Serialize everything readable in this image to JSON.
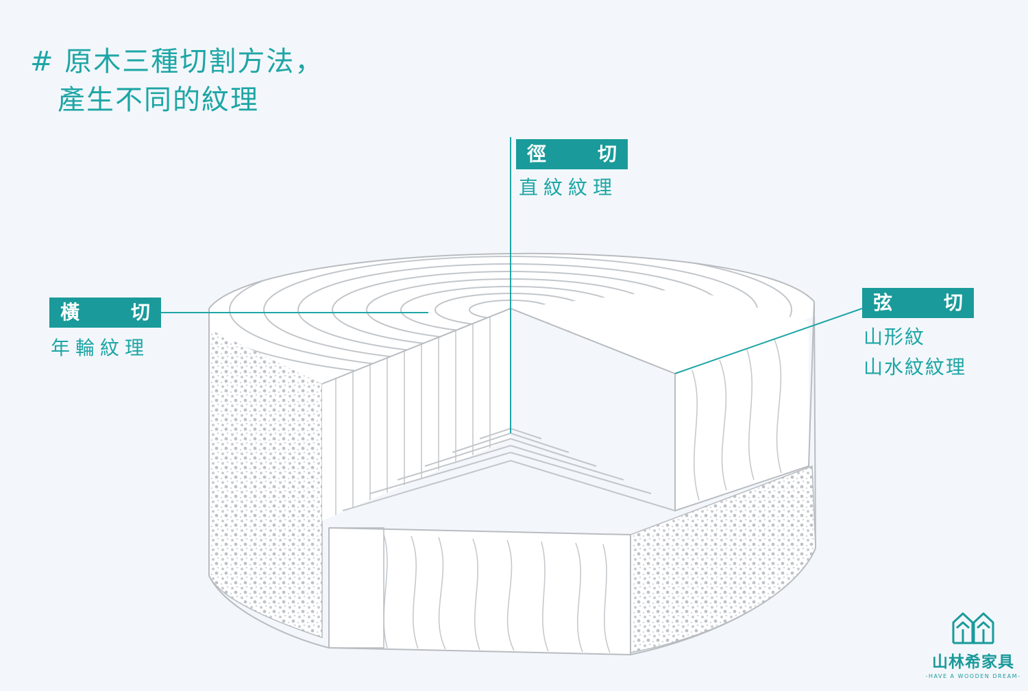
{
  "title": {
    "line1": "# 原木三種切割方法，",
    "line2": "產生不同的紋理"
  },
  "labels": [
    {
      "id": "cross",
      "name_chars": [
        "橫",
        "切"
      ],
      "desc_lines": [
        "年輪紋理"
      ]
    },
    {
      "id": "radial",
      "name_chars": [
        "徑",
        "切"
      ],
      "desc_lines": [
        "直紋紋理"
      ]
    },
    {
      "id": "tangential",
      "name_chars": [
        "弦",
        "切"
      ],
      "desc_lines": [
        "山形紋",
        "山水紋紋理"
      ]
    }
  ],
  "logo": {
    "icon": "twin-house-logo-icon",
    "name": "山林希家具",
    "slogan": "-HAVE A WOODEN DREAM-"
  },
  "colors": {
    "accent": "#1ea5a5",
    "tag_bg": "#1a9a9a",
    "background": "#f3f7fb",
    "wood_line": "#b8bcc0"
  }
}
